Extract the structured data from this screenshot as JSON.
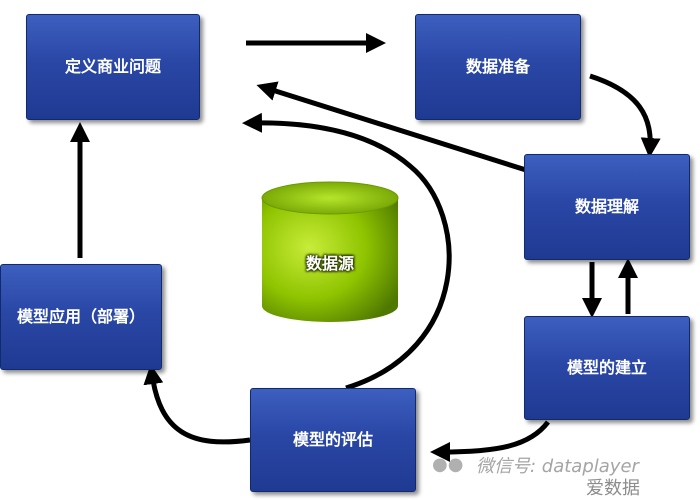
{
  "diagram": {
    "steps": [
      {
        "id": "define",
        "label": "定义商业问题"
      },
      {
        "id": "prepare",
        "label": "数据准备"
      },
      {
        "id": "understand",
        "label": "数据理解"
      },
      {
        "id": "build",
        "label": "模型的建立"
      },
      {
        "id": "evaluate",
        "label": "模型的评估"
      },
      {
        "id": "deploy",
        "label": "模型应用（部署）"
      }
    ],
    "data_source_label": "数据源",
    "colors": {
      "box": "#2a47a6",
      "cylinder": "#8fc400",
      "arrow": "#000000"
    }
  },
  "watermark": {
    "line1": "微信号: dataplayer",
    "line2": "爱数据",
    "icon": "wechat-icon"
  }
}
